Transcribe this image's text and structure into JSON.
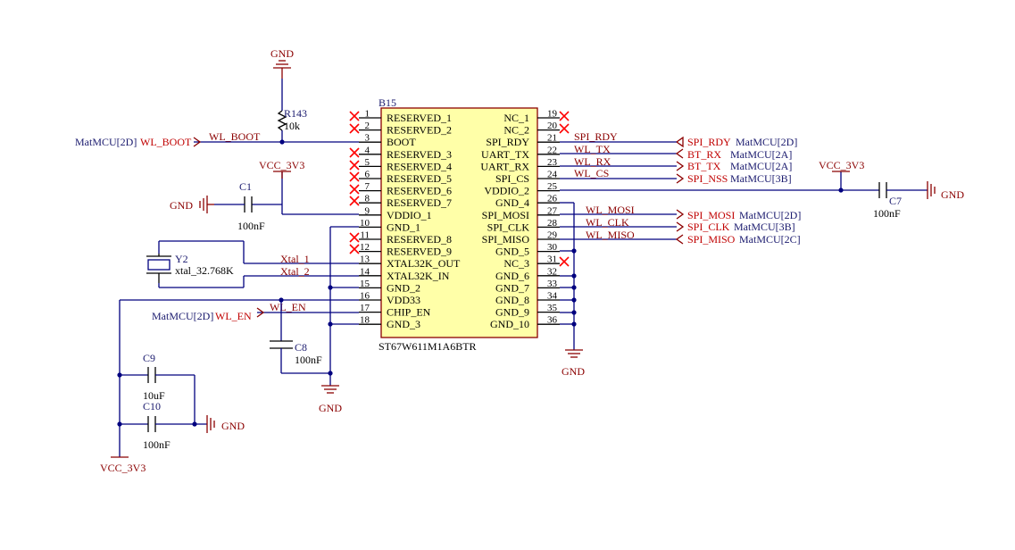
{
  "ic": {
    "designator": "B15",
    "part": "ST67W611M1A6BTR",
    "left_pins": [
      {
        "num": "1",
        "name": "RESERVED_1"
      },
      {
        "num": "2",
        "name": "RESERVED_2"
      },
      {
        "num": "3",
        "name": "BOOT"
      },
      {
        "num": "4",
        "name": "RESERVED_3"
      },
      {
        "num": "5",
        "name": "RESERVED_4"
      },
      {
        "num": "6",
        "name": "RESERVED_5"
      },
      {
        "num": "7",
        "name": "RESERVED_6"
      },
      {
        "num": "8",
        "name": "RESERVED_7"
      },
      {
        "num": "9",
        "name": "VDDIO_1"
      },
      {
        "num": "10",
        "name": "GND_1"
      },
      {
        "num": "11",
        "name": "RESERVED_8"
      },
      {
        "num": "12",
        "name": "RESERVED_9"
      },
      {
        "num": "13",
        "name": "XTAL32K_OUT"
      },
      {
        "num": "14",
        "name": "XTAL32K_IN"
      },
      {
        "num": "15",
        "name": "GND_2"
      },
      {
        "num": "16",
        "name": "VDD33"
      },
      {
        "num": "17",
        "name": "CHIP_EN"
      },
      {
        "num": "18",
        "name": "GND_3"
      }
    ],
    "right_pins": [
      {
        "num": "19",
        "name": "NC_1"
      },
      {
        "num": "20",
        "name": "NC_2"
      },
      {
        "num": "21",
        "name": "SPI_RDY"
      },
      {
        "num": "22",
        "name": "UART_TX"
      },
      {
        "num": "23",
        "name": "UART_RX"
      },
      {
        "num": "24",
        "name": "SPI_CS"
      },
      {
        "num": "25",
        "name": "VDDIO_2"
      },
      {
        "num": "26",
        "name": "GND_4"
      },
      {
        "num": "27",
        "name": "SPI_MOSI"
      },
      {
        "num": "28",
        "name": "SPI_CLK"
      },
      {
        "num": "29",
        "name": "SPI_MISO"
      },
      {
        "num": "30",
        "name": "GND_5"
      },
      {
        "num": "31",
        "name": "NC_3"
      },
      {
        "num": "32",
        "name": "GND_6"
      },
      {
        "num": "33",
        "name": "GND_7"
      },
      {
        "num": "34",
        "name": "GND_8"
      },
      {
        "num": "35",
        "name": "GND_9"
      },
      {
        "num": "36",
        "name": "GND_10"
      }
    ]
  },
  "components": {
    "r143": {
      "ref": "R143",
      "value": "10k"
    },
    "c1": {
      "ref": "C1",
      "value": "100nF"
    },
    "c7": {
      "ref": "C7",
      "value": "100nF"
    },
    "c8": {
      "ref": "C8",
      "value": "100nF"
    },
    "c9": {
      "ref": "C9",
      "value": "10uF"
    },
    "c10": {
      "ref": "C10",
      "value": "100nF"
    },
    "y2": {
      "ref": "Y2",
      "value": "xtal_32.768K"
    }
  },
  "power": {
    "gnd": "GND",
    "vcc": "VCC_3V3"
  },
  "nets": {
    "wl_boot": "WL_BOOT",
    "wl_en": "WL_EN",
    "xtal_1": "Xtal_1",
    "xtal_2": "Xtal_2",
    "spi_rdy": "SPI_RDY",
    "wl_tx": "WL_TX",
    "wl_rx": "WL_RX",
    "wl_cs": "WL_CS",
    "wl_mosi": "WL_MOSI",
    "wl_clk": "WL_CLK",
    "wl_miso": "WL_MISO"
  },
  "ports": {
    "wl_boot_port": {
      "name": "WL_BOOT",
      "sheet": "MatMCU[2D]"
    },
    "wl_en_port": {
      "name": "WL_EN",
      "sheet": "MatMCU[2D]"
    },
    "spi_rdy_port": {
      "name": "SPI_RDY",
      "sheet": "MatMCU[2D]"
    },
    "bt_rx_port": {
      "name": "BT_RX",
      "sheet": "MatMCU[2A]"
    },
    "bt_tx_port": {
      "name": "BT_TX",
      "sheet": "MatMCU[2A]"
    },
    "spi_nss_port": {
      "name": "SPI_NSS",
      "sheet": "MatMCU[3B]"
    },
    "spi_mosi_port": {
      "name": "SPI_MOSI",
      "sheet": "MatMCU[2D]"
    },
    "spi_clk_port": {
      "name": "SPI_CLK",
      "sheet": "MatMCU[3B]"
    },
    "spi_miso_port": {
      "name": "SPI_MISO",
      "sheet": "MatMCU[2C]"
    }
  },
  "colors": {
    "wire": "#00007f",
    "net_label": "#8b0000",
    "port_label": "#c00000",
    "no_connect": "#ff0000"
  }
}
